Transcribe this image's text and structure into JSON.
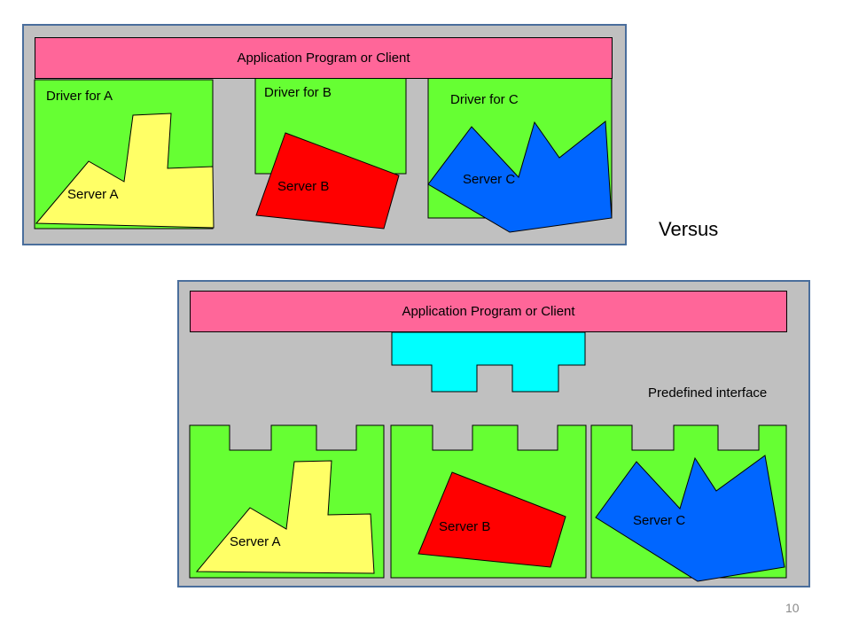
{
  "top": {
    "client_label": "Application Program or Client",
    "drivers": [
      "Driver for A",
      "Driver for B",
      "Driver for C"
    ],
    "servers": [
      "Server A",
      "Server B",
      "Server C"
    ]
  },
  "versus_label": "Versus",
  "bottom": {
    "client_label": "Application Program or Client",
    "interface_label": "Predefined interface",
    "servers": [
      "Server A",
      "Server B",
      "Server C"
    ]
  },
  "colors": {
    "frame_bg": "#c0c0c0",
    "frame_border": "#4a6e9c",
    "client_bar": "#ff6699",
    "driver_box": "#66ff33",
    "server_a": "#ffff66",
    "server_b": "#ff0000",
    "server_c": "#0066ff",
    "interface_plug": "#00ffff"
  },
  "page_number": "10"
}
